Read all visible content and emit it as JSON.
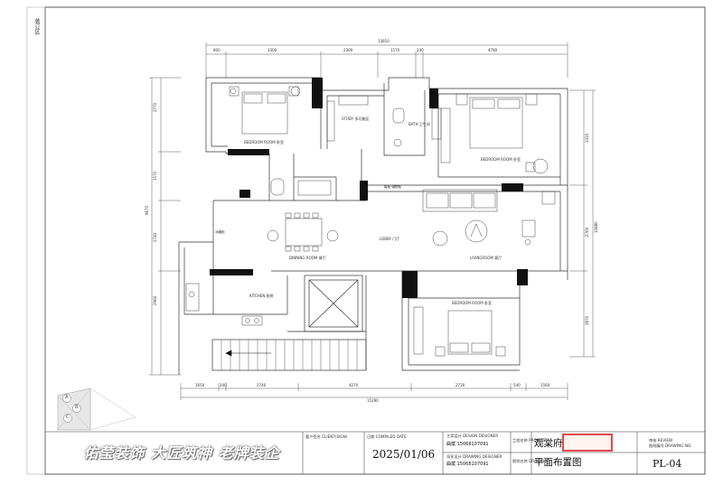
{
  "binding_label": "装订区",
  "top_dims": {
    "overall": "13810",
    "segments": [
      "800",
      "3300",
      "2300",
      "1570",
      "240",
      "4780"
    ]
  },
  "bottom_dims": {
    "overall": "15290",
    "segments": [
      "1650",
      "240",
      "2740",
      "4270",
      "2730",
      "540",
      "1560"
    ]
  },
  "left_dims": [
    "2770",
    "1570",
    "9670",
    "2740",
    "2960"
  ],
  "right_dims": [
    "3320",
    "10880",
    "2760",
    "3870"
  ],
  "rooms": {
    "bedroom_1": "BEDROOM ROOM 卧室",
    "study": "STUDY 多功能区",
    "bath": "BATH 卫生间",
    "bedroom_2": "BEDROOM ROOM 卧室",
    "dining": "DINNING ROOM 餐厅",
    "lobby": "LOBBY 门厅",
    "living": "LIVINGROOM 客厅",
    "kitchen": "KITCHEN 厨房",
    "bedroom_3": "BEDROOM ROOM 卧室",
    "cabinet": "鞋柜·储物柜",
    "fridge": "冰箱柜"
  },
  "logo_letters": [
    "A",
    "B",
    "C"
  ],
  "title_block": {
    "slogan": "佑莹装饰  大匠筑神  老牌装企",
    "client_label": "客户签名 CLIENT(SIGN)",
    "date_label": "日期 COMPILED DATE",
    "date": "2025/01/06",
    "designer_label": "主案设计 DESIGN DESIGNER",
    "designer": "曲斌 15068107091",
    "drafter_label": "深化设计 DRAWING DESIGNER",
    "drafter": "曲斌 15068107091",
    "project_label": "工程名称 PROJECT",
    "project": "观棠府",
    "drawing_label": "图纸名称 DRAWING",
    "drawing": "平面布置图",
    "number_label": "图纸编号 DRAWING NO.",
    "number": "PL-04",
    "status_label": "审核 REVIEW"
  }
}
